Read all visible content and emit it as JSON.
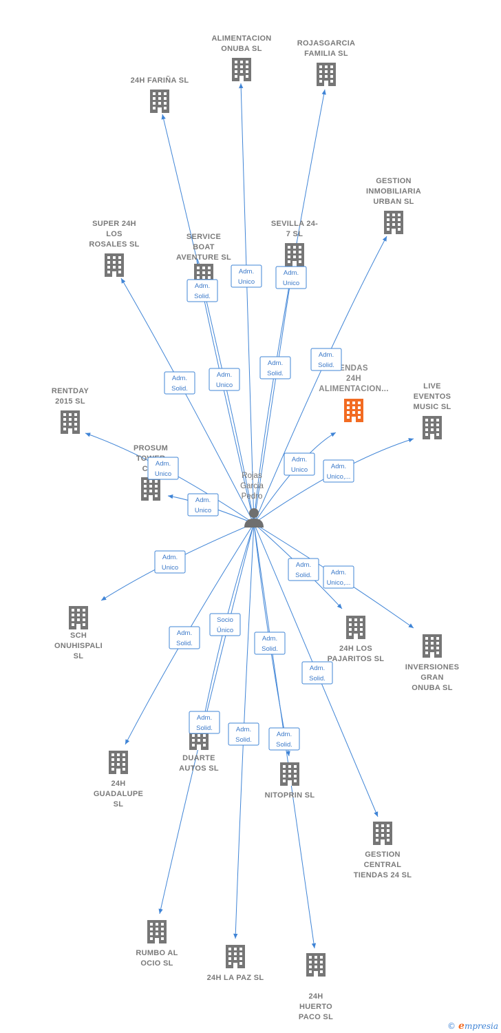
{
  "center": {
    "lines": [
      "Rojas",
      "Garcia",
      "Pedro"
    ]
  },
  "colors": {
    "edge": "#3f84d6",
    "building": "#767676",
    "highlight": "#f26b22"
  },
  "nodes": [
    {
      "id": "alimentacion-onuba",
      "lines": [
        "ALIMENTACION",
        "ONUBA  SL"
      ]
    },
    {
      "id": "rojasgarcia-familia",
      "lines": [
        "ROJASGARCIA",
        "FAMILIA  SL"
      ]
    },
    {
      "id": "24h-farina",
      "lines": [
        "24H FARIÑA  SL"
      ]
    },
    {
      "id": "gestion-inmobiliaria-urban",
      "lines": [
        "GESTION",
        "INMOBILIARIA",
        "URBAN  SL"
      ]
    },
    {
      "id": "super-24h-los-rosales",
      "lines": [
        "SUPER 24H",
        "LOS",
        "ROSALES  SL"
      ]
    },
    {
      "id": "service-boat-aventure",
      "lines": [
        "SERVICE",
        "BOAT",
        "AVENTURE  SL"
      ]
    },
    {
      "id": "sevilla-24-7",
      "lines": [
        "SEVILLA 24-",
        "7  SL"
      ]
    },
    {
      "id": "tiendas-24h-alimentacion",
      "lines": [
        "ENDAS",
        "24H",
        "ALIMENTACION..."
      ]
    },
    {
      "id": "live-eventos-music",
      "lines": [
        "LIVE",
        "EVENTOS",
        "MUSIC  SL"
      ]
    },
    {
      "id": "rentday-2015",
      "lines": [
        "RENTDAY",
        "2015  SL"
      ]
    },
    {
      "id": "prosum-tower",
      "lines": [
        "PROSUM",
        "TOWER",
        "CAR"
      ]
    },
    {
      "id": "sch-onuhispali",
      "lines": [
        "SCH",
        "ONUHISPALI",
        "SL"
      ]
    },
    {
      "id": "24h-los-pajaritos",
      "lines": [
        "24H LOS",
        "PAJARITOS  SL"
      ]
    },
    {
      "id": "inversiones-gran-onuba",
      "lines": [
        "INVERSIONES",
        "GRAN",
        "ONUBA  SL"
      ]
    },
    {
      "id": "24h-guadalupe",
      "lines": [
        "24H",
        "GUADALUPE",
        "SL"
      ]
    },
    {
      "id": "duarte-autos",
      "lines": [
        "DUARTE",
        "AUTOS  SL"
      ]
    },
    {
      "id": "nitoprin",
      "lines": [
        "NITOPRIN  SL"
      ]
    },
    {
      "id": "gestion-central-tiendas-24",
      "lines": [
        "GESTION",
        "CENTRAL",
        "TIENDAS 24  SL"
      ]
    },
    {
      "id": "rumbo-al-ocio",
      "lines": [
        "RUMBO AL",
        "OCIO  SL"
      ]
    },
    {
      "id": "24h-la-paz",
      "lines": [
        "24H LA PAZ  SL"
      ]
    },
    {
      "id": "24h-huerto-paco",
      "lines": [
        "24H",
        "HUERTO",
        "PACO  SL"
      ]
    }
  ],
  "edges": [
    {
      "target": "alimentacion-onuba",
      "lines": [
        "Adm.",
        "Unico"
      ]
    },
    {
      "target": "rojasgarcia-familia",
      "lines": [
        "Adm.",
        "Solid."
      ]
    },
    {
      "target": "24h-farina",
      "lines": [
        "Adm.",
        "Unico"
      ]
    },
    {
      "target": "gestion-inmobiliaria-urban",
      "lines": [
        "Adm.",
        "Solid."
      ]
    },
    {
      "target": "super-24h-los-rosales",
      "lines": [
        "Adm.",
        "Solid."
      ]
    },
    {
      "target": "service-boat-aventure",
      "lines": [
        "Adm.",
        "Solid."
      ]
    },
    {
      "target": "sevilla-24-7",
      "lines": [
        "Adm.",
        "Unico"
      ]
    },
    {
      "target": "tiendas-24h-alimentacion",
      "lines": [
        "Adm.",
        "Unico"
      ]
    },
    {
      "target": "live-eventos-music",
      "lines": [
        "Adm.",
        "Unico,..."
      ]
    },
    {
      "target": "rentday-2015",
      "lines": [
        "Adm.",
        "Unico"
      ]
    },
    {
      "target": "prosum-tower",
      "lines": [
        "Adm.",
        "Unico"
      ]
    },
    {
      "target": "sch-onuhispali",
      "lines": [
        "Adm.",
        "Unico"
      ]
    },
    {
      "target": "24h-los-pajaritos",
      "lines": [
        "Adm.",
        "Solid."
      ]
    },
    {
      "target": "inversiones-gran-onuba",
      "lines": [
        "Adm.",
        "Unico,..."
      ]
    },
    {
      "target": "24h-guadalupe",
      "lines": [
        "Adm.",
        "Solid."
      ]
    },
    {
      "target": "duarte-autos",
      "lines": [
        "Socio",
        "Único"
      ]
    },
    {
      "target": "nitoprin",
      "lines": [
        "Adm.",
        "Solid."
      ]
    },
    {
      "target": "gestion-central-tiendas-24",
      "lines": [
        "Adm.",
        "Solid."
      ]
    },
    {
      "target": "rumbo-al-ocio",
      "lines": [
        "Adm.",
        "Solid."
      ]
    },
    {
      "target": "24h-la-paz",
      "lines": [
        "Adm.",
        "Solid."
      ]
    },
    {
      "target": "24h-huerto-paco",
      "lines": [
        "Adm.",
        "Solid."
      ]
    }
  ],
  "brand": {
    "copyright": "©",
    "name_initial": "e",
    "name_rest": "mpresia"
  }
}
